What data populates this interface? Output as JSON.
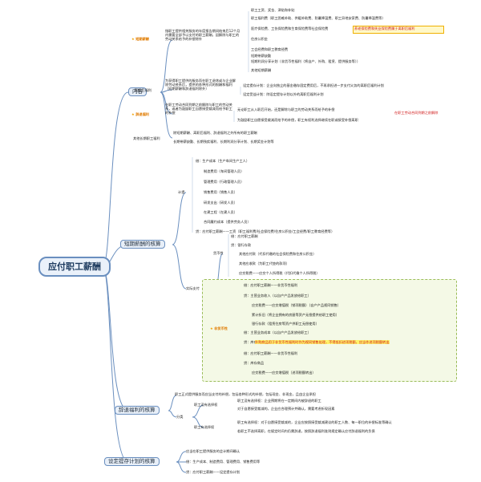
{
  "root": "应付职工薪酬",
  "branches": {
    "content": "内容",
    "short": "短期薪酬的核算",
    "termination": "辞退福利的核算",
    "defined": "设定提存计划的核算"
  },
  "content": {
    "sub1": {
      "label": "短期薪酬",
      "desc": "指职工提供相关服务的年度报告期间结束后12个月内需要全部予以支付的职工薪酬，因解除与职工的劳动关系给予的补偿除外",
      "items": [
        "职工工资、奖金、津贴和补贴",
        "职工福利费（职工困难补助、供暖补助费、防暑降温费、职工异地安家费、防暑降温费等）",
        "医疗保险费、工伤保险费和生育保险费等社会保险费",
        "住房公积金",
        "工会经费和职工教育经费",
        "短期带薪缺勤",
        "短期利润分享计划（非货币性福利（将自产、外购、租赁、提供服务等））",
        "其他短期薪酬"
      ],
      "callout": "养老保险费和失业保险费属于离职后福利"
    },
    "sub2": {
      "label": "离职后福利",
      "desc": "为获得职工提供的服务而在职工退休或与企业解除劳动关系后，提供的各种形式的报酬和福利（短期薪酬和辞退福利除外）",
      "items": [
        "设定提存计划：企业向独立的基金缴存固定费用后，不再承担进一步支付义务的离职后福利计划",
        "设定受益计划：除设定提存计划以外的离职后福利计划"
      ]
    },
    "sub3": {
      "label": "辞退福利",
      "desc": "在职工劳动合同到期之前解除与职工的劳动关系，或者为鼓励职工自愿接受裁减而给予职工的补偿",
      "items": [
        "无论职工从入职后开始，还是解除与职工的劳动关系而给予的补偿",
        "为鼓励职工自愿接受裁减而给予的补偿，职工有权利选择继续在职或接受补偿离职"
      ],
      "callout": "在职工劳动合同到期之前解除"
    },
    "sub4": {
      "label": "其他长期职工福利",
      "items": [
        "除短期薪酬、离职后福利、辞退福利之外所有的职工薪酬",
        "长期带薪缺勤、长期残疾福利、长期利润分享计划、长期奖金计划等"
      ]
    }
  },
  "short": {
    "accrue": {
      "label": "计提",
      "items": [
        "借：生产成本（生产车间生产工人）",
        "制造费用（车间管理人员）",
        "管理费用（行政管理人员）",
        "销售费用（销售人员）",
        "研发支出（研发人员）",
        "在建工程（在建人员）",
        "合同履约成本（提供劳务人员）",
        "贷：应付职工薪酬——工资（职工福利费/社会保险费/住房公积金/工会经费/职工教育经费等）"
      ]
    },
    "pay": {
      "label": "实际支付",
      "monetary": {
        "label": "货币性",
        "items": [
          "借：应付职工薪酬",
          "贷：银行存款",
          "其他应付款（代扣代缴的社会保险费和住房公积金）",
          "其他应收款（为职工代垫的款项）",
          "应交税费——应交个人所得税（代扣代缴个人所得税）"
        ]
      },
      "nonmonetary": {
        "label": "非货币性",
        "items": [
          "借：应付职工薪酬——非货币性福利",
          "贷：主营业务收入（以自产产品发放给职工）",
          "应交税费——应交增值税（销项税额）（自产产品视同销售）",
          "累计折旧（将企业拥有的房屋等资产无偿提供给职工使用）",
          "银行存款（租赁住房等资产供职工无偿使用）",
          "借：主营业务成本（以自产产品发放给职工）",
          "贷：库存商品",
          "外购商品用于非货币性福利时作为视同销售处理，不得抵扣进项税额，应当作进项税额转出",
          "借：应付职工薪酬——非货币性福利",
          "贷：库存商品",
          "应交税费——应交增值税（进项税额转出）"
        ],
        "note_index": 7
      }
    }
  },
  "termination": {
    "desc": "职工正式提供服务而应当支付的补偿，包括各种形式的补偿，包括现金、非现金，且由企业承担",
    "split_label": "分类",
    "dismiss": {
      "label": "职工没有选择权",
      "items": [
        "职工没有选择权：企业预期将在一定期间内被辞退的职工",
        "对于自愿接受裁减的，企业应合理预计并确认，需要考虑折现因素"
      ]
    },
    "voluntary": {
      "label": "职工有选择权",
      "items": [
        "职工有选择权：对于自愿接受裁减的，企业应按照接受裁减建议的职工人数、每一职位的补偿标准等确认",
        "若职工不选择离职，在规定时间内仍需辞退，按照辞退福利准则规定确认应付辞退福利的负债"
      ]
    }
  },
  "defined": {
    "items": [
      "应当在职工提供服务的会计期间确认",
      "借：生产成本、制造费用、管理费用、销售费用等",
      "贷：应付职工薪酬——设定提存计划"
    ]
  }
}
